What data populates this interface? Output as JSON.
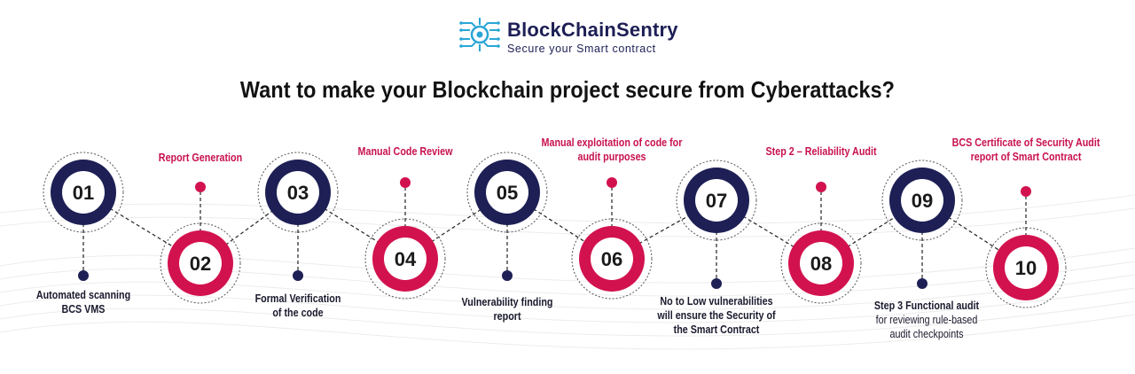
{
  "brand": {
    "name": "BlockChainSentry",
    "tagline": "Secure your Smart contract"
  },
  "headline": "Want to make your Blockchain project secure from Cyberattacks?",
  "colors": {
    "navy": "#1d1f55",
    "crimson": "#d2124f",
    "text": "#121212"
  },
  "steps": [
    {
      "number": "01",
      "label_lines": [
        "Automated scanning",
        "BCS VMS"
      ]
    },
    {
      "number": "02",
      "label_lines": [
        "Report Generation"
      ]
    },
    {
      "number": "03",
      "label_lines": [
        "Formal Verification",
        "of the code"
      ]
    },
    {
      "number": "04",
      "label_lines": [
        "Manual Code Review"
      ]
    },
    {
      "number": "05",
      "label_lines": [
        "Vulnerability finding",
        "report"
      ]
    },
    {
      "number": "06",
      "label_lines": [
        "Manual exploitation of code for",
        "audit purposes"
      ]
    },
    {
      "number": "07",
      "label_lines": [
        "No to Low vulnerabilities",
        "will ensure the Security of",
        "the Smart Contract"
      ]
    },
    {
      "number": "08",
      "label_lines": [
        "Step 2 – Reliability Audit"
      ]
    },
    {
      "number": "09",
      "label_lines": [
        "Step 3 Functional audit"
      ],
      "sublines": [
        "for reviewing rule-based",
        "audit checkpoints"
      ]
    },
    {
      "number": "10",
      "label_lines": [
        "BCS Certificate of Security Audit",
        "report of Smart Contract"
      ]
    }
  ]
}
